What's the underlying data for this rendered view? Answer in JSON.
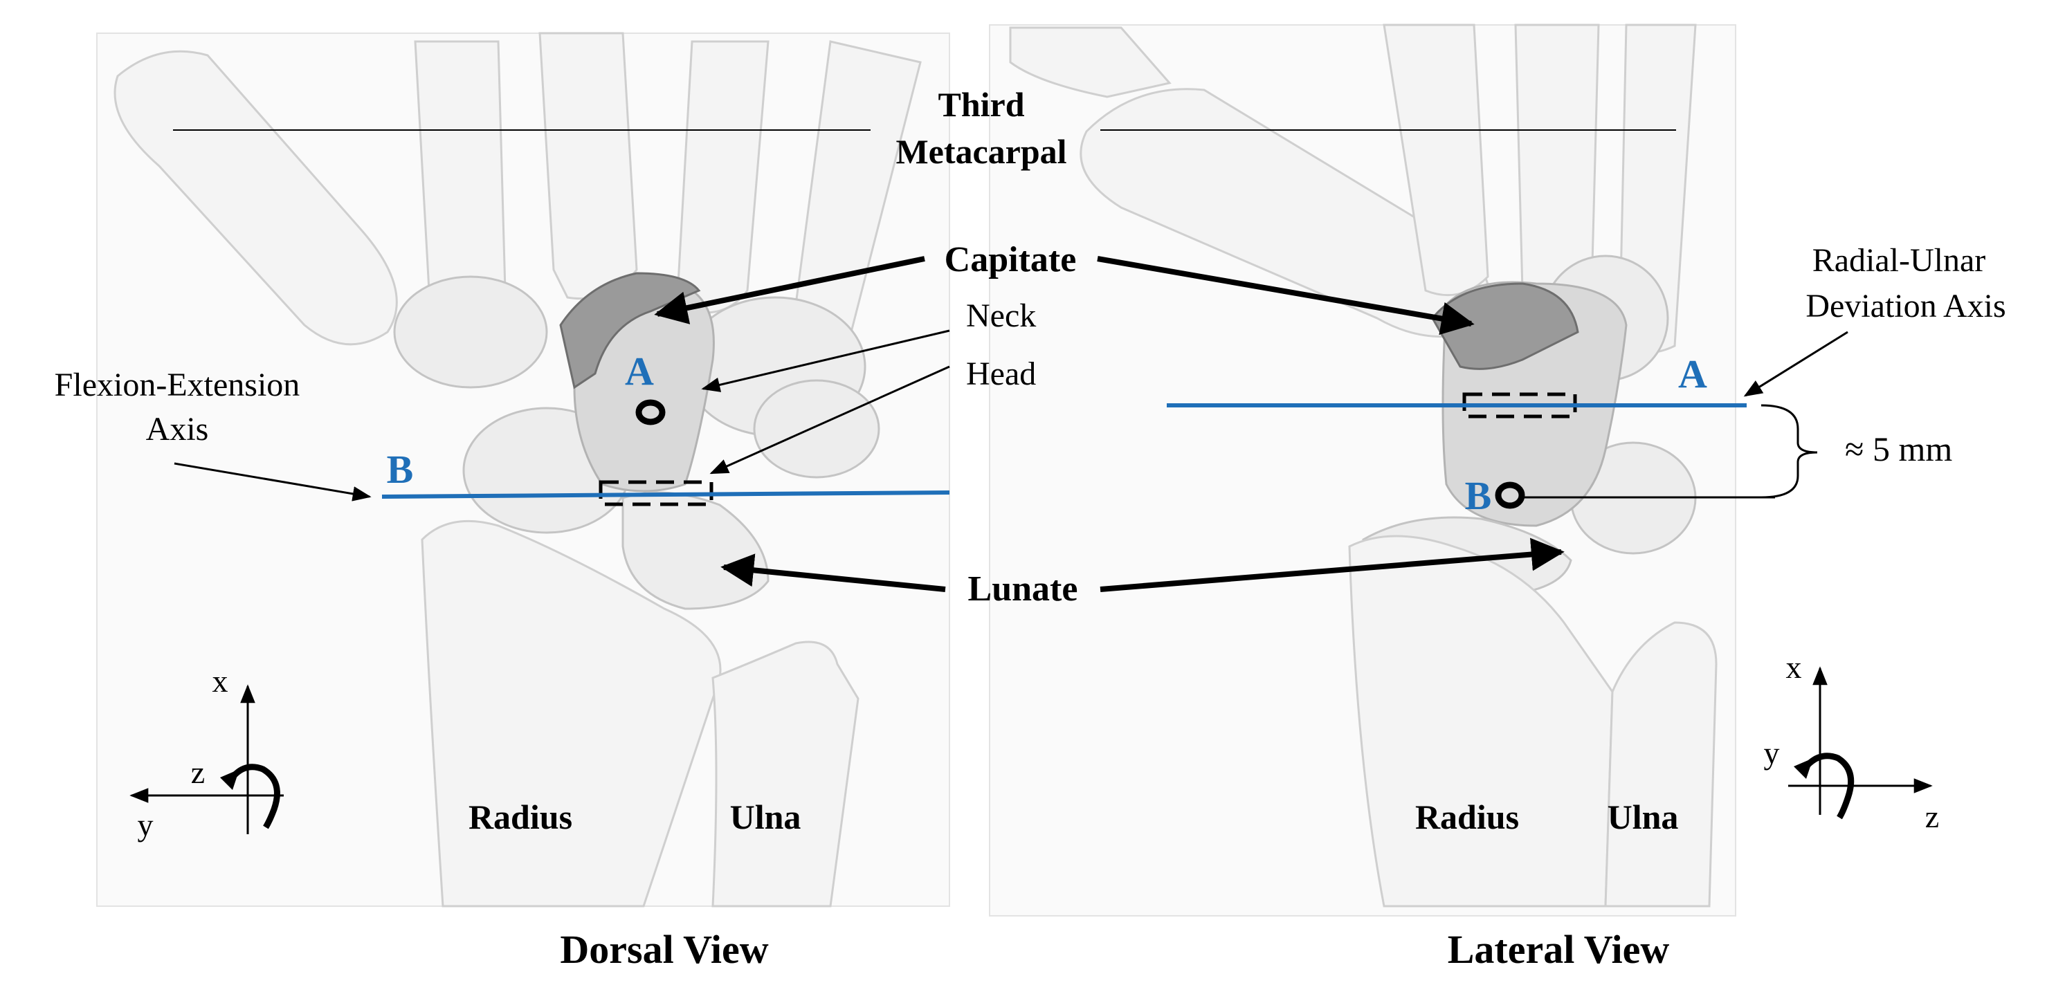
{
  "figure": {
    "views": {
      "dorsal": "Dorsal View",
      "lateral": "Lateral View"
    },
    "labels": {
      "third_metacarpal_line1": "Third",
      "third_metacarpal_line2": "Metacarpal",
      "capitate": "Capitate",
      "neck": "Neck",
      "head": "Head",
      "lunate": "Lunate",
      "flexion_extension_line1": "Flexion-Extension",
      "flexion_extension_line2": "Axis",
      "radial_ulnar_line1": "Radial-Ulnar",
      "radial_ulnar_line2": "Deviation Axis",
      "distance": "≈ 5 mm",
      "radius_dorsal": "Radius",
      "ulna_dorsal": "Ulna",
      "radius_lateral": "Radius",
      "ulna_lateral": "Ulna"
    },
    "points": {
      "dorsal_a": "A",
      "dorsal_b": "B",
      "lateral_a": "A",
      "lateral_b": "B"
    },
    "axes": {
      "dorsal": {
        "x": "x",
        "y": "y",
        "z": "z"
      },
      "lateral": {
        "x": "x",
        "y": "y",
        "z": "z"
      }
    },
    "colors": {
      "axis_blue": "#1f6fb8",
      "bone": "#f4f4f4",
      "capitate_shading": "#9a9a9a"
    }
  }
}
